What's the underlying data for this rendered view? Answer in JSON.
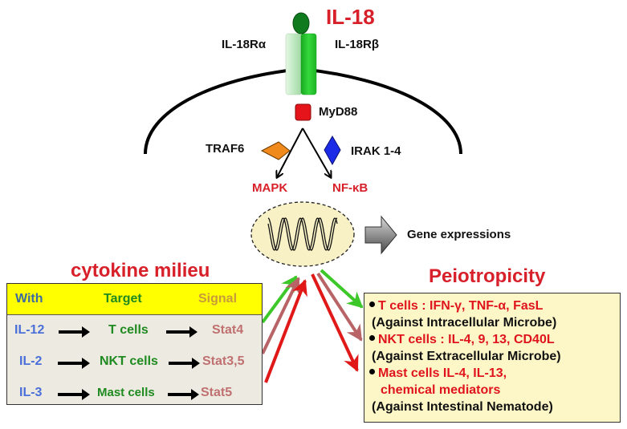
{
  "diagram": {
    "ligand": {
      "label": "IL-18",
      "color": "#d8202a"
    },
    "receptor": {
      "alpha_label": "IL-18Rα",
      "beta_label": "IL-18Rβ",
      "alpha_color": "#bfe8c0",
      "beta_color": "#22c22a",
      "ligand_color": "#0f7a1e"
    },
    "adapters": [
      {
        "label": "MyD88",
        "shape": "square",
        "color": "#e4141a"
      },
      {
        "label": "TRAF6",
        "shape": "diamond",
        "color": "#f08a1c"
      },
      {
        "label": "IRAK 1-4",
        "shape": "diamond",
        "color": "#1a2ae6"
      }
    ],
    "pathways": [
      {
        "label": "MAPK"
      },
      {
        "label": "NF-κB"
      }
    ],
    "nucleus": {
      "icon": "dna-helix-icon",
      "fill": "#f8f1c6"
    },
    "output": {
      "label": "Gene expressions",
      "icon": "gray-block-arrow-icon"
    },
    "connector_arrow_colors": {
      "green": "#3cc828",
      "brown": "#b86466",
      "red": "#e01818"
    }
  },
  "cytokine_milieu": {
    "title": "cytokine milieu",
    "headers": {
      "with": "With",
      "target": "Target",
      "signal": "Signal"
    },
    "header_bg": "#ffff00",
    "rows": [
      {
        "with": "IL-12",
        "target": "T cells",
        "signal": "Stat4"
      },
      {
        "with": "IL-2",
        "target": "NKT cells",
        "signal": "Stat3,5"
      },
      {
        "with": "IL-3",
        "target": "Mast cells",
        "signal": "Stat5"
      }
    ]
  },
  "pleiotropicity": {
    "title": "Peiotropicity",
    "items": [
      {
        "effect": "T cells : IFN-γ, TNF-α, FasL",
        "effect_cont": "",
        "note": "(Against Intracellular Microbe)"
      },
      {
        "effect": "NKT cells : IL-4, 9, 13, CD40L",
        "effect_cont": "",
        "note": "(Against Extracellular Microbe)"
      },
      {
        "effect": "Mast cells IL-4, IL-13,",
        "effect_cont": "chemical mediators",
        "note": "(Against Intestinal Nematode)"
      }
    ]
  }
}
